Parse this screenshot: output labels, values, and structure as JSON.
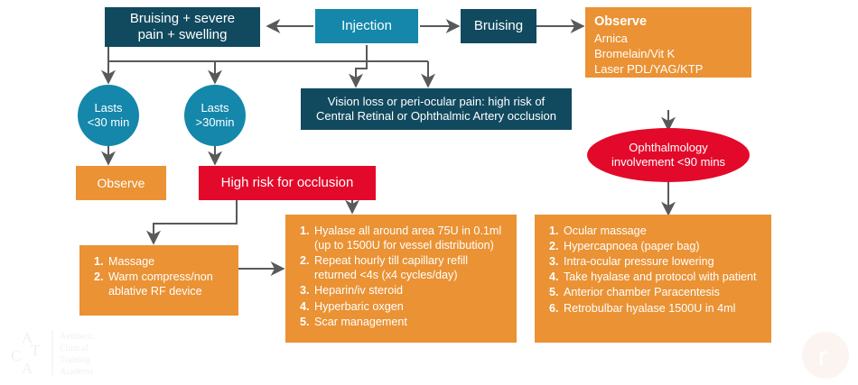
{
  "diagram": {
    "title": "Bruising and vascular occlusion management flowchart",
    "colors": {
      "dark_teal": "#114a5f",
      "teal": "#1487ab",
      "orange": "#ea9234",
      "red": "#e3092a",
      "arrow_grey": "#58595b",
      "text_white": "#ffffff"
    }
  },
  "nodes": {
    "injection": {
      "label": "Injection"
    },
    "bruising_severe": {
      "line1": "Bruising + severe",
      "line2": "pain + swelling"
    },
    "bruising": {
      "label": "Bruising"
    },
    "observe_treatments": {
      "heading": "Observe",
      "items": [
        "Arnica",
        "Bromelain/Vit K",
        "Laser PDL/YAG/KTP"
      ]
    },
    "lasts_under_30": {
      "line1": "Lasts",
      "line2": "<30 min"
    },
    "lasts_over_30": {
      "line1": "Lasts",
      "line2": ">30min"
    },
    "vision_loss": {
      "line1": "Vision loss or peri-ocular pain: high risk of",
      "line2": "Central Retinal or Ophthalmic Artery occlusion"
    },
    "observe": {
      "label": "Observe"
    },
    "high_risk_occlusion": {
      "label": "High risk for occlusion"
    },
    "ophthalmology": {
      "line1": "Ophthalmology",
      "line2": "involvement <90 mins"
    },
    "massage_box": {
      "items": [
        "Massage",
        "Warm compress/non ablative RF device"
      ]
    },
    "hyalase_box": {
      "items": [
        "Hyalase all around area 75U in 0.1ml (up to 1500U for vessel distribution)",
        "Repeat hourly till capillary refill returned <4s (x4 cycles/day)",
        "Heparin/iv steroid",
        "Hyperbaric oxgen",
        "Scar management"
      ]
    },
    "ocular_box": {
      "items": [
        "Ocular massage",
        "Hypercapnoea (paper bag)",
        "Intra-ocular pressure lowering",
        "Take hyalase and protocol with patient",
        "Anterior chamber Paracentesis",
        "Retrobulbar hyalase 1500U in 4ml"
      ]
    }
  },
  "watermarks": {
    "acta": {
      "letters": [
        "A",
        "C",
        "T",
        "A"
      ],
      "words": [
        "Aesthetic",
        "Clinical",
        "Training",
        "Academy"
      ]
    },
    "corner": {
      "glyph": "r"
    }
  }
}
